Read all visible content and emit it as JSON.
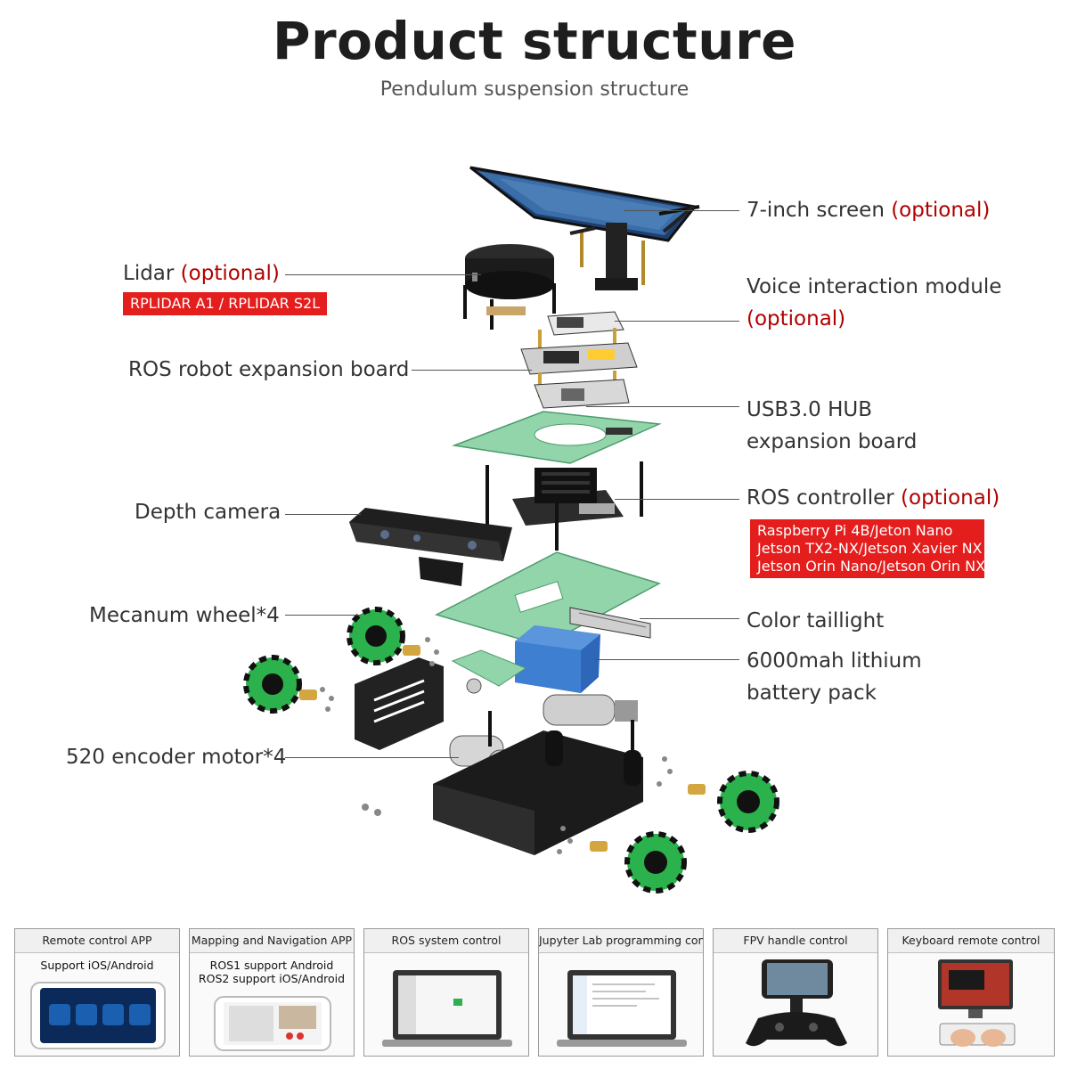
{
  "header": {
    "title": "Product structure",
    "subtitle": "Pendulum suspension structure"
  },
  "labels": {
    "screen": {
      "main": "7-inch screen ",
      "optional": "(optional)"
    },
    "lidar": {
      "main": "Lidar ",
      "optional": "(optional)",
      "tag": "RPLIDAR A1 / RPLIDAR S2L"
    },
    "voice": {
      "line1": "Voice interaction module",
      "optional": "(optional)"
    },
    "ros_board": "ROS robot expansion board",
    "usb_hub": {
      "line1": "USB3.0 HUB",
      "line2": "expansion board"
    },
    "controller": {
      "main": "ROS controller ",
      "optional": "(optional)",
      "tags": [
        "Raspberry Pi 4B/Jeton Nano",
        "Jetson TX2-NX/Jetson Xavier NX",
        "Jetson Orin Nano/Jetson Orin NX"
      ]
    },
    "depth_camera": "Depth camera",
    "mecanum": "Mecanum wheel*4",
    "taillight": "Color taillight",
    "battery": {
      "line1": "6000mah lithium",
      "line2": "battery pack"
    },
    "motor": "520 encoder motor*4"
  },
  "cards": [
    {
      "title": "Remote control APP",
      "sub1": "Support iOS/Android",
      "sub2": "",
      "icon": "phone-app-icon"
    },
    {
      "title": "Mapping and Navigation APP",
      "sub1": "ROS1 support Android",
      "sub2": "ROS2 support iOS/Android",
      "icon": "phone-map-icon"
    },
    {
      "title": "ROS system control",
      "sub1": "",
      "sub2": "",
      "icon": "laptop-rviz-icon"
    },
    {
      "title": "Jupyter Lab programming control",
      "sub1": "",
      "sub2": "",
      "icon": "laptop-code-icon"
    },
    {
      "title": "FPV handle control",
      "sub1": "",
      "sub2": "",
      "icon": "gamepad-phone-icon"
    },
    {
      "title": "Keyboard remote control",
      "sub1": "",
      "sub2": "",
      "icon": "monitor-keyboard-icon"
    }
  ],
  "colors": {
    "optional_red": "#b10000",
    "tag_red": "#e41d1d",
    "pcb_green": "#8fd3a8",
    "battery_blue": "#3a78c8",
    "chassis_black": "#1e1e1e",
    "wheel_green": "#2bb24c"
  }
}
